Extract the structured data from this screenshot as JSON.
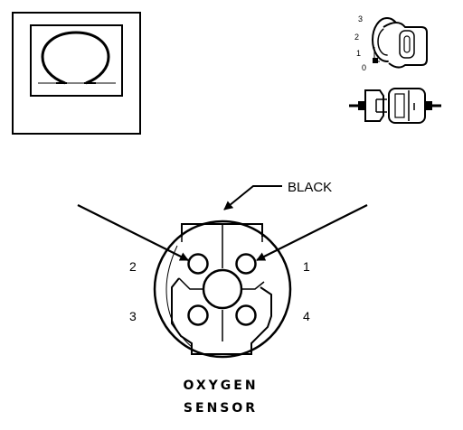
{
  "icon": {
    "name": "ohm-symbol-icon"
  },
  "key_positions": [
    "3",
    "2",
    "1",
    "0"
  ],
  "wire_color_label": "BLACK",
  "pins": [
    {
      "number": "1"
    },
    {
      "number": "2"
    },
    {
      "number": "3"
    },
    {
      "number": "4"
    }
  ],
  "component": {
    "line1": "OXYGEN",
    "line2": "SENSOR"
  }
}
